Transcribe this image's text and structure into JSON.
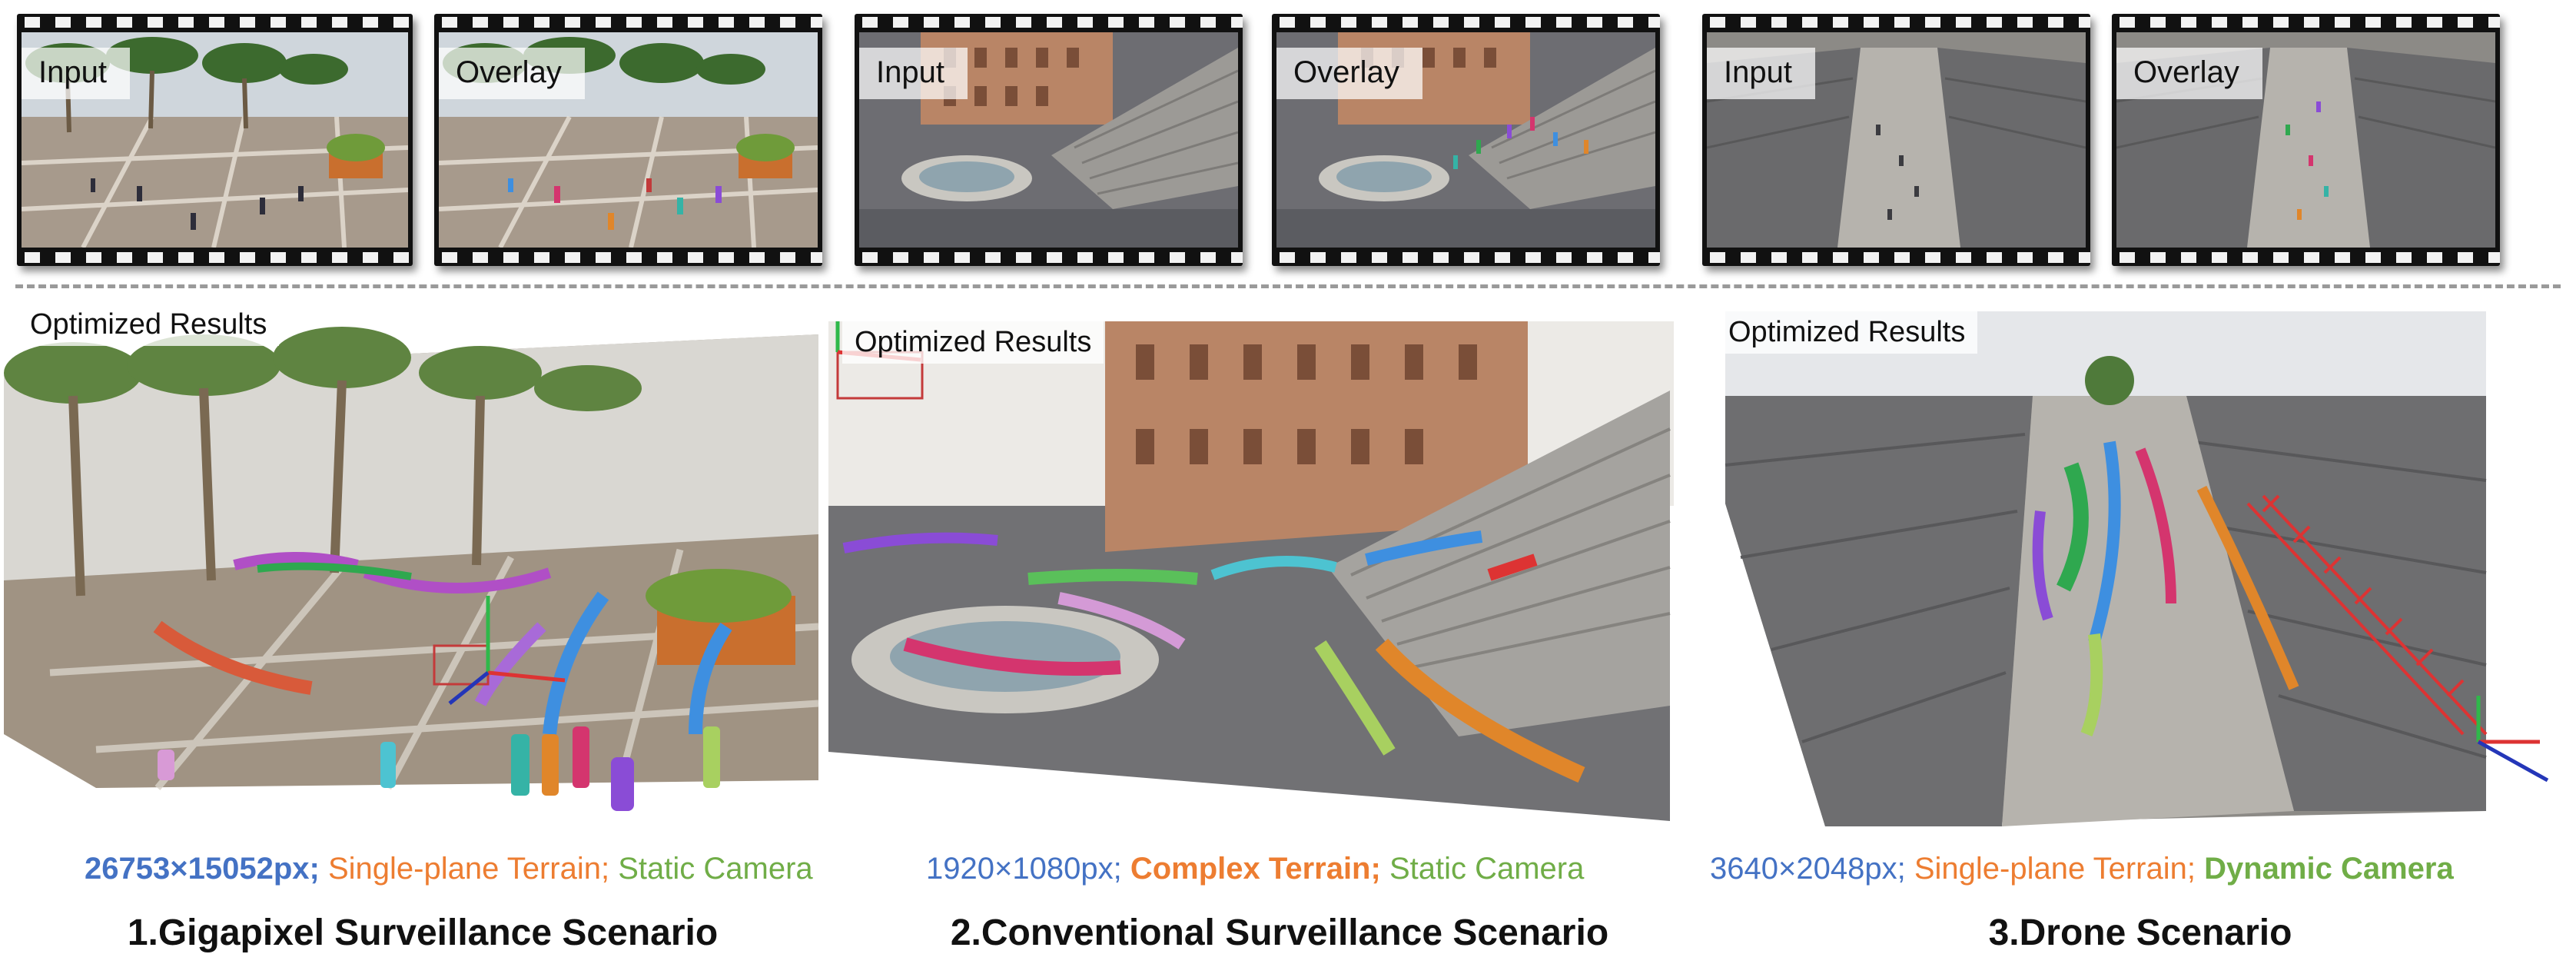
{
  "thumbnails": {
    "input_label": "Input",
    "overlay_label": "Overlay"
  },
  "results": {
    "label": "Optimized Results"
  },
  "scenarios": [
    {
      "caption": {
        "resolution": "26753×15052px;",
        "terrain": "Single-plane Terrain;",
        "camera": "Static Camera"
      },
      "title": "1.Gigapixel Surveillance Scenario"
    },
    {
      "caption": {
        "resolution": "1920×1080px;",
        "terrain": "Complex Terrain;",
        "camera": "Static Camera"
      },
      "title": "2.Conventional Surveillance Scenario"
    },
    {
      "caption": {
        "resolution": "3640×2048px;",
        "terrain": "Single-plane Terrain;",
        "camera": "Dynamic Camera"
      },
      "title": "3.Drone Scenario"
    }
  ],
  "colors": {
    "resolution_blue": "#4472c4",
    "terrain_orange": "#ed7d31",
    "camera_green": "#70ad47"
  }
}
